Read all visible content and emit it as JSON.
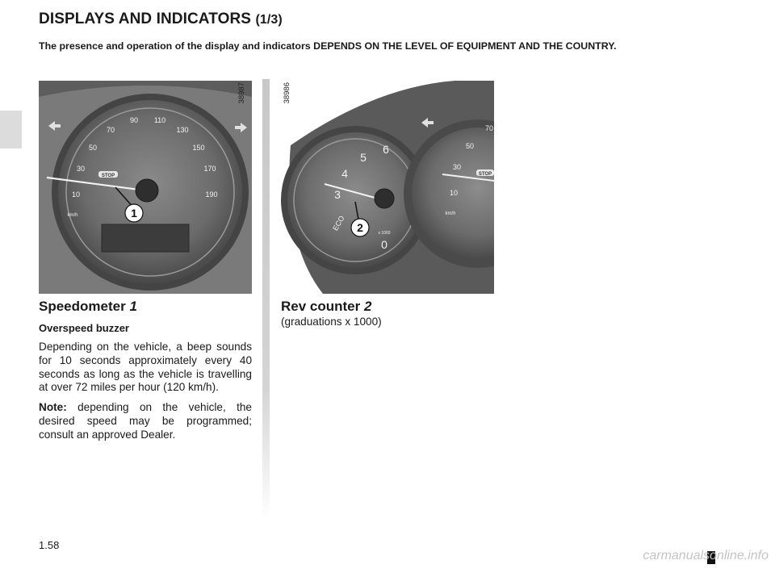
{
  "header": {
    "title": "DISPLAYS AND INDICATORS",
    "title_part": "(1/3)",
    "subtitle": "The presence and operation of the display and indicators DEPENDS ON THE LEVEL OF EQUIPMENT AND THE COUNTRY."
  },
  "figures": {
    "speedometer": {
      "ref_code": "38987",
      "callout": "1",
      "scale_labels": [
        "10",
        "30",
        "50",
        "70",
        "90",
        "110",
        "130",
        "150",
        "170",
        "190"
      ],
      "unit": "km/h"
    },
    "rev_counter": {
      "ref_code": "38986",
      "callout": "2",
      "scale_labels": [
        "0",
        "3",
        "4",
        "5",
        "6"
      ],
      "eco_label": "ECO",
      "multiplier": "x 1000"
    }
  },
  "speedometer_section": {
    "heading": "Speedometer",
    "heading_num": "1",
    "subheading": "Overspeed buzzer",
    "paragraph": "Depending on the vehicle, a beep sounds for 10 seconds approximately every 40 seconds as long as the vehicle is travelling at over 72 miles per hour (120 km/h).",
    "note_label": "Note:",
    "note_text": " depending on the vehicle, the desired speed may be programmed; consult an approved Dealer."
  },
  "rev_section": {
    "heading": "Rev counter",
    "heading_num": "2",
    "graduations": "(graduations x 1000)"
  },
  "footer": {
    "page_number": "1.58",
    "watermark": "carmanualsonline.info"
  }
}
